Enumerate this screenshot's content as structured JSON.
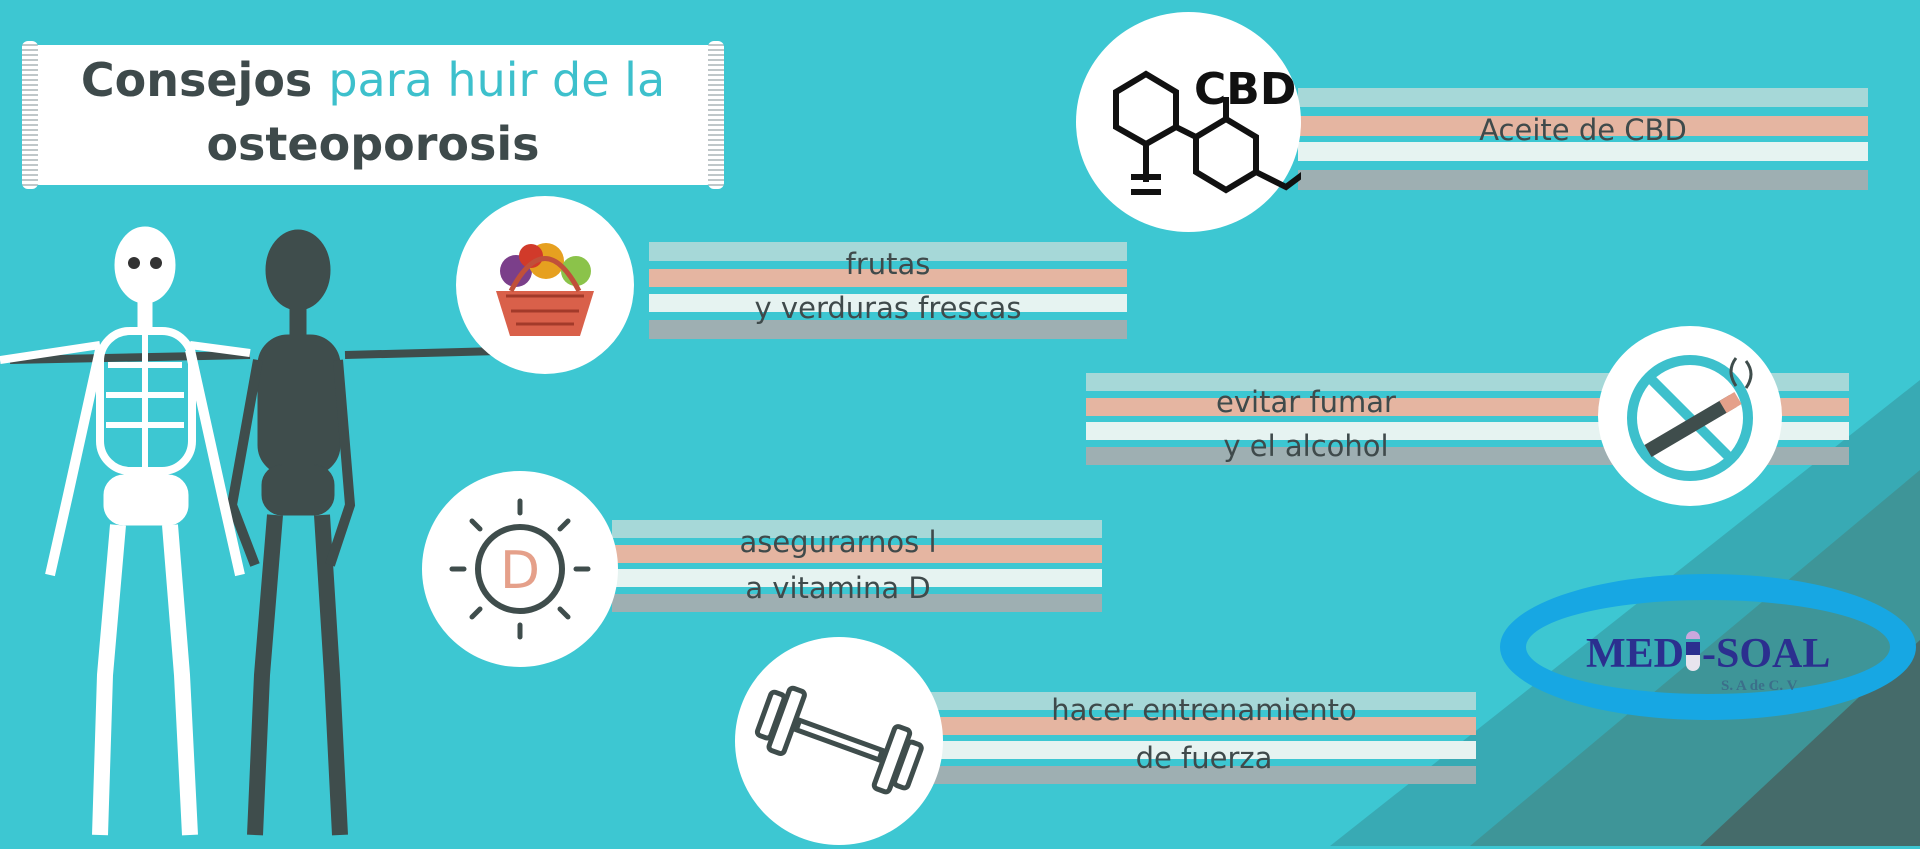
{
  "title": {
    "part1": "Consejos",
    "part2": "para huir de la",
    "line2": "osteoporosis"
  },
  "tips": [
    {
      "icon": "fruit-basket-icon",
      "lines": [
        "frutas",
        "y verduras frescas"
      ]
    },
    {
      "icon": "cbd-molecule-icon",
      "badge": "CBD",
      "lines": [
        "Aceite de CBD"
      ]
    },
    {
      "icon": "no-smoking-icon",
      "lines": [
        "evitar fumar",
        "y el alcohol"
      ]
    },
    {
      "icon": "vitamin-d-icon",
      "badge": "D",
      "lines": [
        "asegurarnos l",
        "a vitamina D"
      ]
    },
    {
      "icon": "dumbbell-icon",
      "lines": [
        "hacer entrenamiento",
        "de fuerza"
      ]
    }
  ],
  "logo": {
    "name_left": "MED",
    "name_right": "-SOAL",
    "subtitle": "S. A de C. V"
  },
  "colors": {
    "background": "#3dc7d2",
    "stripe_teal": "#a6d8d8",
    "stripe_salmon": "#e5b5a1",
    "stripe_pale": "#e6f3f1",
    "stripe_gray": "#9eafb2",
    "logo_blue": "#2b2f8f"
  }
}
